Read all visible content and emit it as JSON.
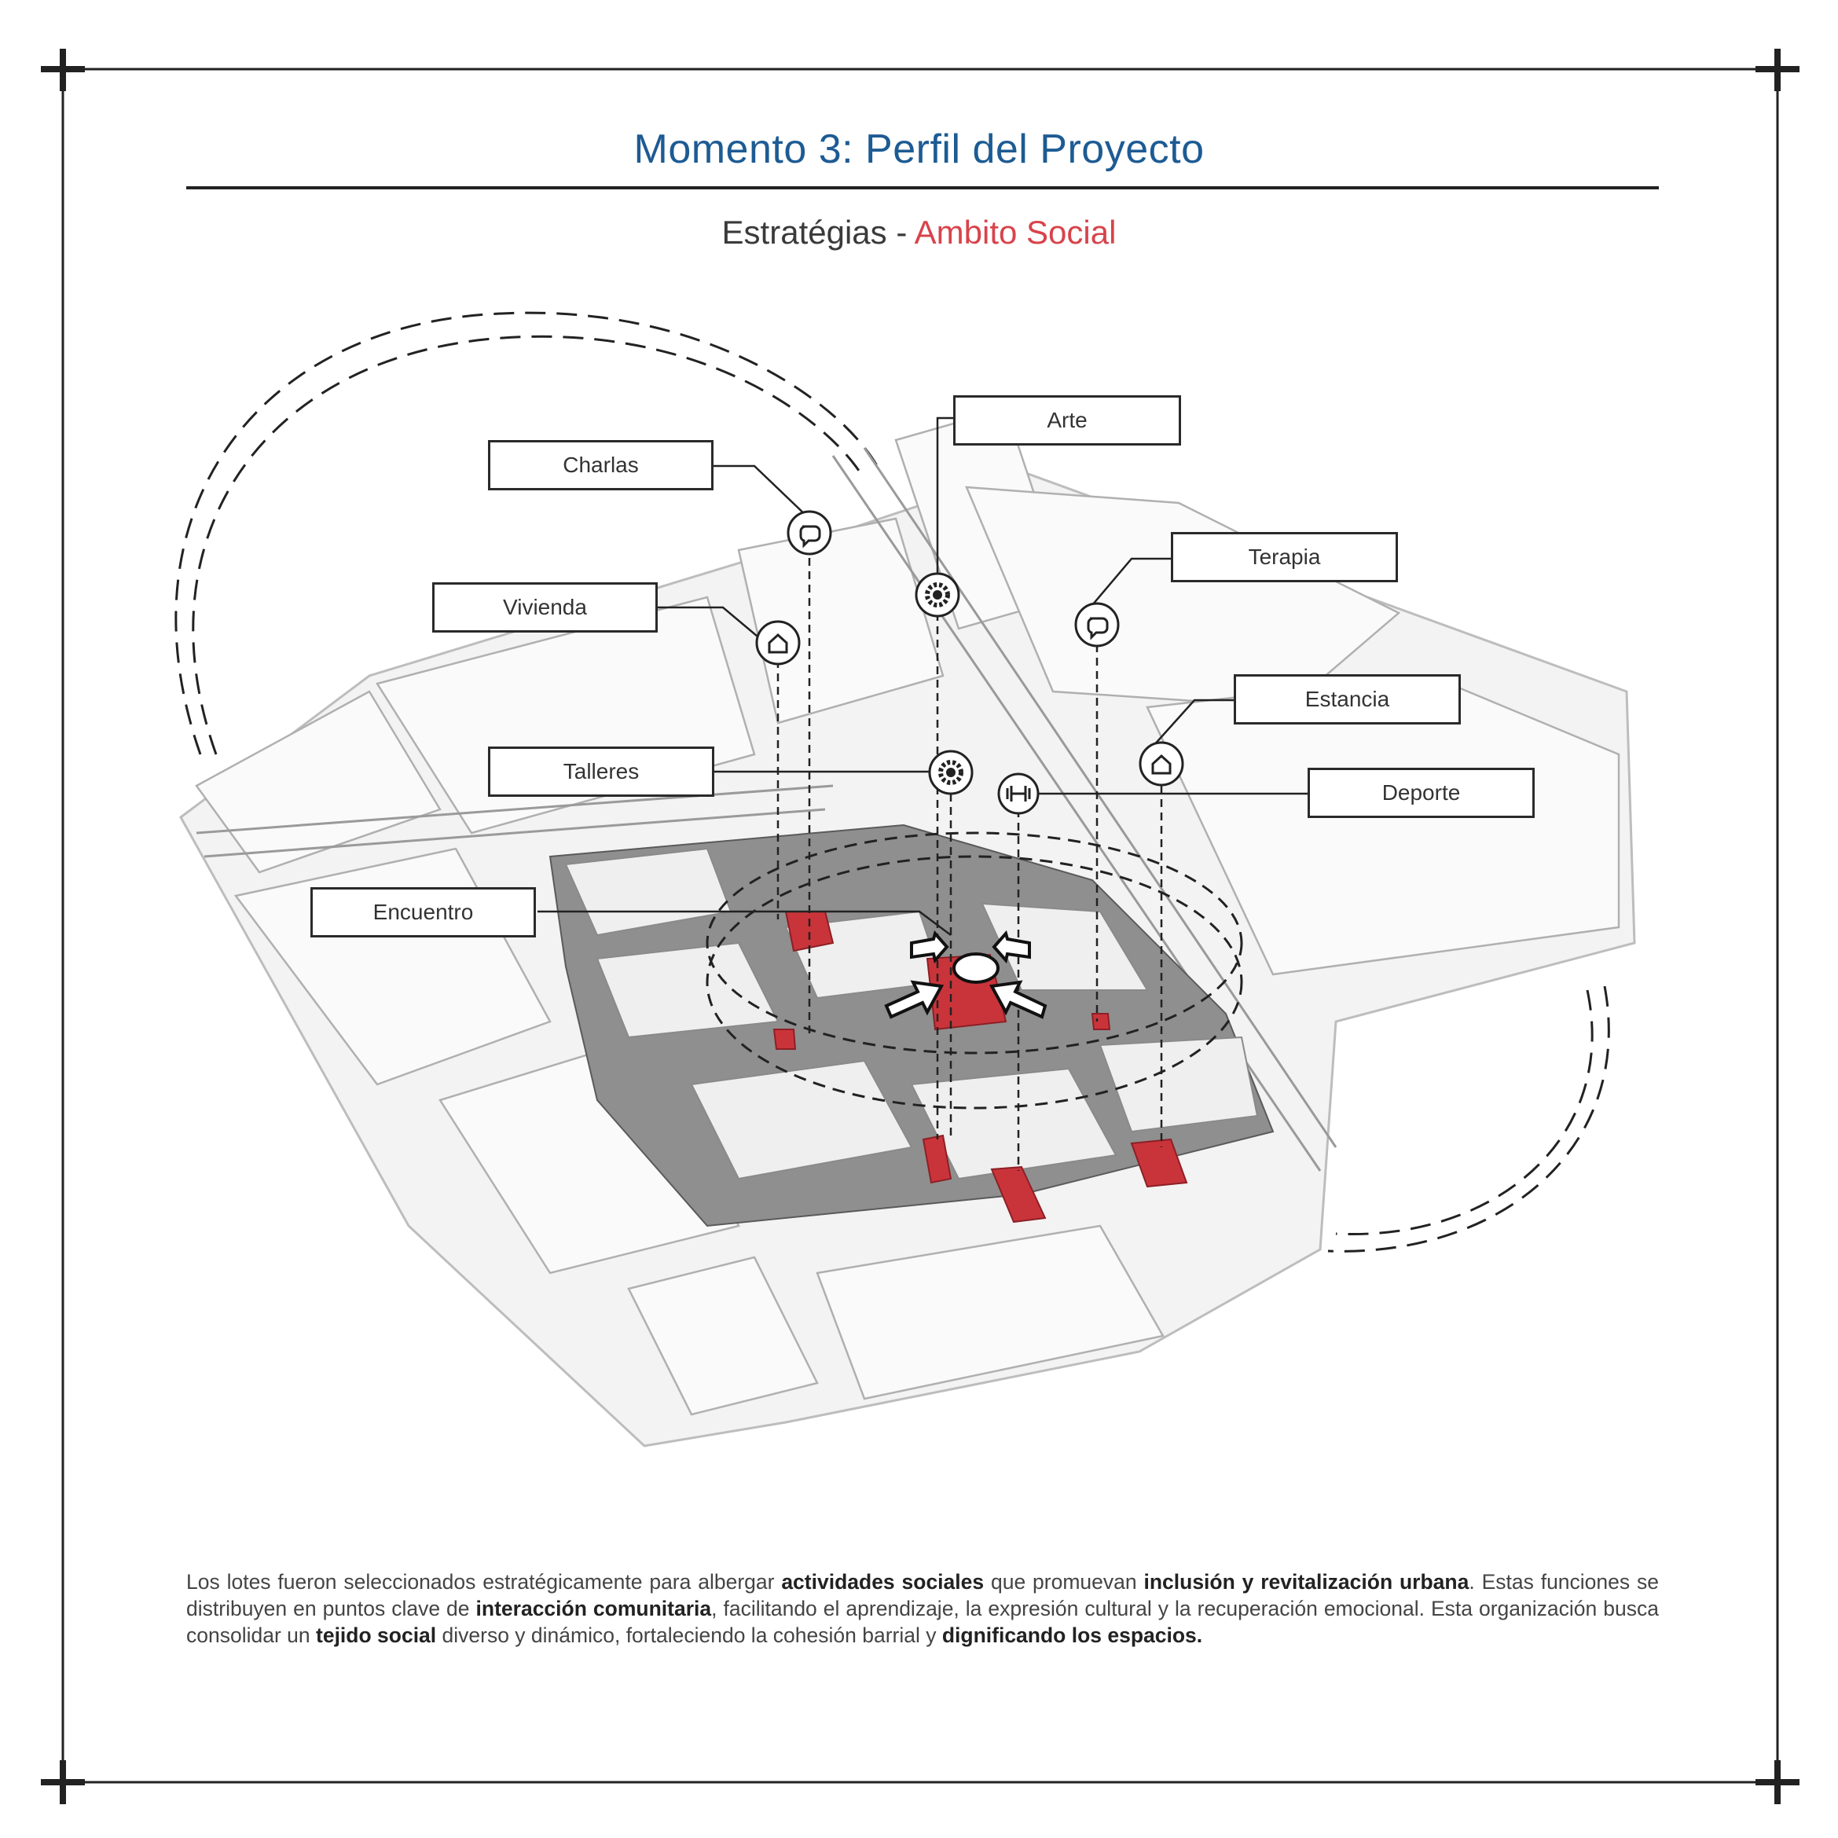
{
  "header": {
    "title": "Momento 3: Perfil del Proyecto",
    "subtitle_prefix": "Estratégias - ",
    "subtitle_accent": "Ambito Social"
  },
  "colors": {
    "title": "#1d5b93",
    "accent": "#d8434b",
    "highlight_lots": "#c9343b",
    "buildings": "#8c8c8c"
  },
  "labels": {
    "arte": "Arte",
    "charlas": "Charlas",
    "terapia": "Terapia",
    "vivienda": "Vivienda",
    "estancia": "Estancia",
    "talleres": "Talleres",
    "deporte": "Deporte",
    "encuentro": "Encuentro"
  },
  "icons": {
    "charlas": "speech-bubble-icon",
    "vivienda": "house-icon",
    "arte": "gear-icon",
    "terapia": "speech-bubble-icon",
    "estancia": "house-icon",
    "talleres": "gear-icon",
    "deporte": "dumbbell-icon",
    "encuentro": "meeting-circle-icon"
  },
  "description": {
    "p1": "Los lotes fueron seleccionados estratégicamente para albergar ",
    "b1": "actividades sociales",
    "p2": " que promuevan ",
    "b2": "inclusión y revitalización urbana",
    "p3": ". Estas funciones se distribuyen en puntos clave de ",
    "b3": "interacción comunitaria",
    "p4": ", facilitando el aprendizaje, la expresión cultural y la recuperación emocional. Esta organización busca consolidar un ",
    "b4": "tejido social",
    "p5": " diverso y dinámico, fortaleciendo la cohesión barrial y ",
    "b5": "dignificando los espacios."
  }
}
